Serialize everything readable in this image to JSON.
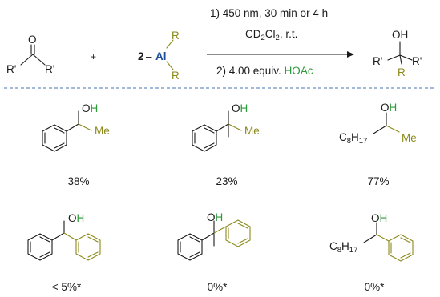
{
  "colors": {
    "bond": "#1a1a1a",
    "oh_green": "#2e9a3a",
    "r_group_olive": "#8c8a1c",
    "aluminum_blue": "#1f4e9a",
    "divider_blue": "#4a70b5"
  },
  "reaction": {
    "ketone_r_left": "R'",
    "ketone_r_right": "R'",
    "ketone_oxygen": "O",
    "plus": "+",
    "reagent_prefix": "2",
    "reagent_dash": "–",
    "reagent_metal": "Al",
    "reagent_r_top": "R",
    "reagent_r_bottom": "R",
    "condition_line1": "1) 450 nm, 30 min or 4 h",
    "solvent_prefix": "CD",
    "solvent_sub1": "2",
    "solvent_mid": "Cl",
    "solvent_sub2": "2",
    "solvent_suffix": ", r.t.",
    "condition_line2_prefix": "2) 4.00 equiv. ",
    "condition_line2_acid": "HOAc",
    "product_oh": "OH",
    "product_r_left": "R'",
    "product_r_right": "R'",
    "product_r_new": "R"
  },
  "products": [
    {
      "oh": "OH",
      "group": "Me",
      "yield": "38%"
    },
    {
      "oh": "OH",
      "group": "Me",
      "yield": "23%"
    },
    {
      "oh": "OH",
      "group": "Me",
      "chain_c": "C",
      "chain_sub1": "8",
      "chain_h": "H",
      "chain_sub2": "17",
      "yield": "77%"
    },
    {
      "oh": "OH",
      "yield": "< 5%*"
    },
    {
      "oh": "OH",
      "yield": "0%*"
    },
    {
      "oh": "OH",
      "chain_c": "C",
      "chain_sub1": "8",
      "chain_h": "H",
      "chain_sub2": "17",
      "yield": "0%*"
    }
  ]
}
